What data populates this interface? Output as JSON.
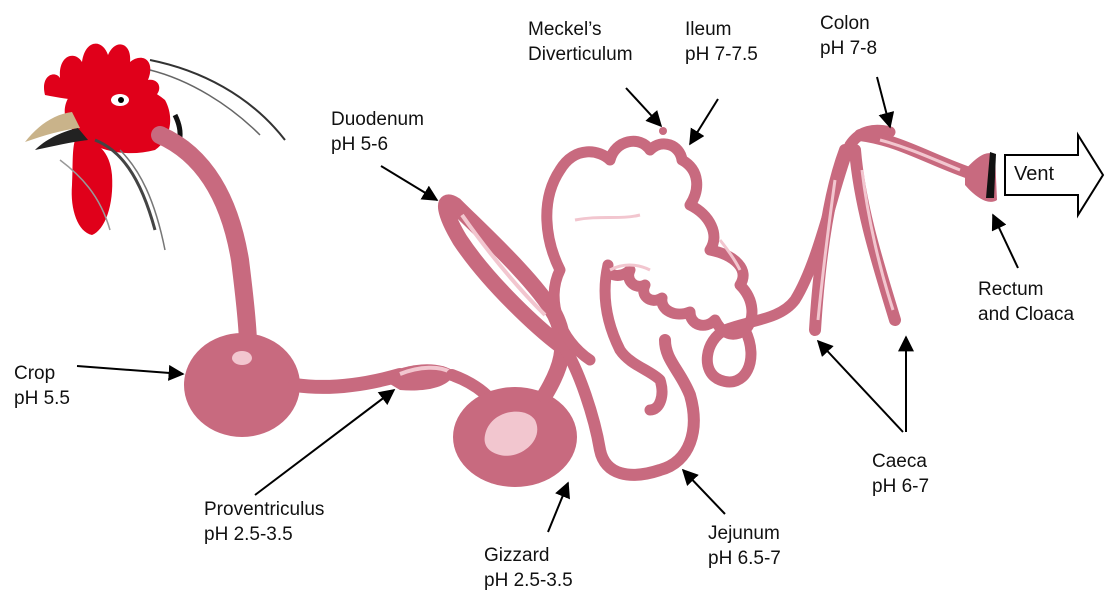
{
  "colors": {
    "tract": "#c86a7f",
    "tract_edge": "#a85068",
    "highlight": "#f2c6cf",
    "comb": "#e0001a",
    "arrow": "#000000"
  },
  "labels": {
    "crop": {
      "name": "Crop",
      "ph": "pH 5.5"
    },
    "proventriculus": {
      "name": "Proventriculus",
      "ph": "pH 2.5-3.5"
    },
    "gizzard": {
      "name": "Gizzard",
      "ph": "pH 2.5-3.5"
    },
    "duodenum": {
      "name": "Duodenum",
      "ph": "pH 5-6"
    },
    "meckels": {
      "line1": "Meckel’s",
      "line2": "Diverticulum"
    },
    "ileum": {
      "name": "Ileum",
      "ph": "pH 7-7.5"
    },
    "jejunum": {
      "name": "Jejunum",
      "ph": "pH 6.5-7"
    },
    "colon": {
      "name": "Colon",
      "ph": "pH 7-8"
    },
    "caeca": {
      "name": "Caeca",
      "ph": "pH 6-7"
    },
    "rectum": {
      "line1": "Rectum",
      "line2": "and Cloaca"
    },
    "vent": "Vent"
  }
}
